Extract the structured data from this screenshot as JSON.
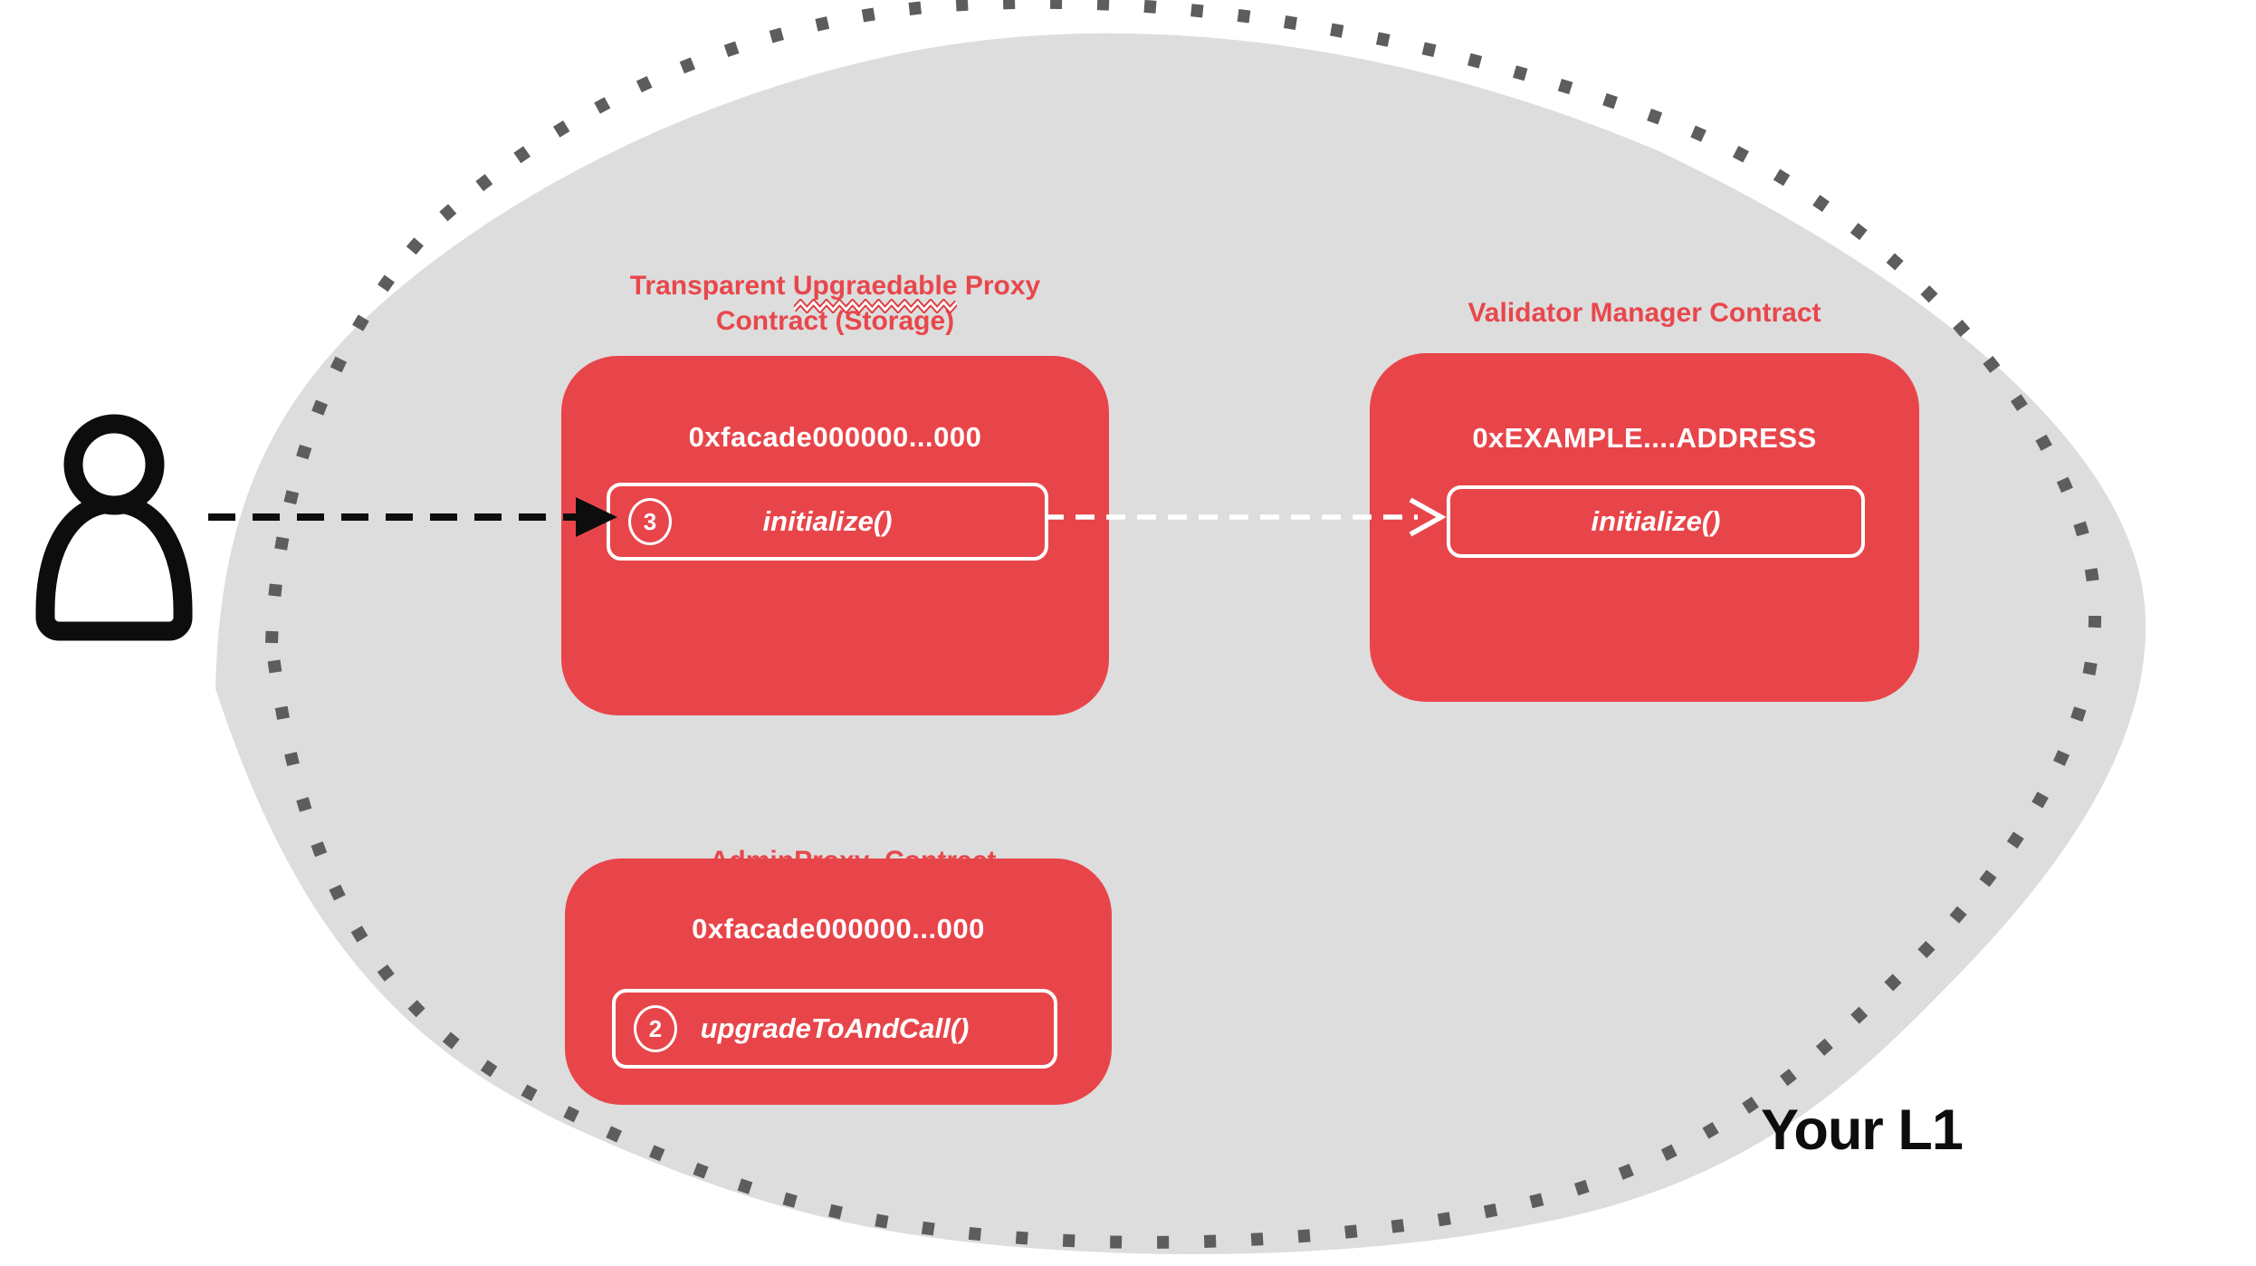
{
  "diagram": {
    "region": {
      "label": "Your L1"
    },
    "colors": {
      "contract_red": "#E8454A",
      "label_red": "#E8474C",
      "blob_gray": "#DDDDDD",
      "dot_gray": "#5D5D5D",
      "arrow_black": "#0D0D0D",
      "text_white": "#FFFFFF"
    },
    "contracts": {
      "transparent_proxy": {
        "label_line1_pre": "Transparent ",
        "label_line1_word": "Upgraedable",
        "label_line1_post": " Proxy",
        "label_line2": "Contract (Storage)",
        "address": "0xfacade000000...000",
        "method_step": "3",
        "method_label": "initialize()"
      },
      "validator_manager": {
        "label": "Validator Manager Contract",
        "address": "0xEXAMPLE....ADDRESS",
        "method_label": "initialize()"
      },
      "admin_proxy": {
        "label": "AdminProxy  Contract",
        "address": "0xfacade000000...000",
        "method_step": "2",
        "method_label": "upgradeToAndCall()"
      }
    }
  }
}
